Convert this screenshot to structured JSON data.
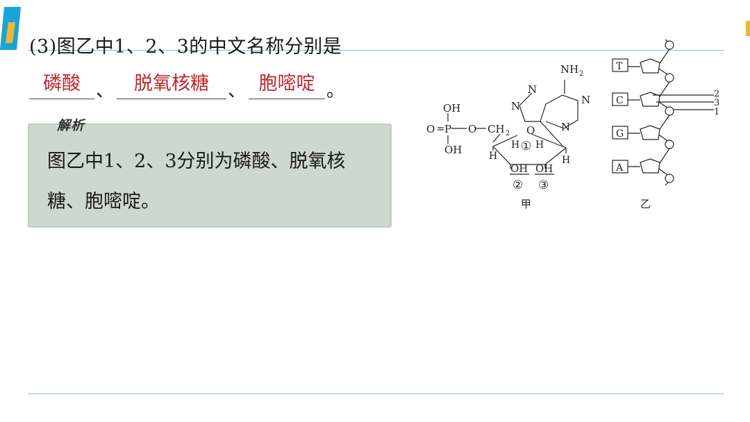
{
  "question": {
    "text": "(3)图乙中1、2、3的中文名称分别是",
    "answers": [
      "磷酸",
      "脱氧核糖",
      "胞嘧啶"
    ],
    "separator": "、",
    "end_mark": "。"
  },
  "analysis": {
    "label": "解析",
    "text": "图乙中1、2、3分别为磷酸、脱氧核糖、胞嘧啶。"
  },
  "figure_jia": {
    "caption": "甲",
    "nh2": "NH",
    "nh2_sub": "2",
    "n_top": "N",
    "n_right": "N",
    "n_left": "N",
    "n_bottom": "N",
    "oh_top": "OH",
    "o_left": "O",
    "p": "P",
    "o_mid": "O",
    "ch2": "CH",
    "ch2_sub": "2",
    "oh_bottom": "OH",
    "ring_o": "O",
    "h_left1": "H",
    "h_inner1": "H",
    "circle1": "①",
    "h_inner2": "H",
    "h_right": "H",
    "h_left2": "H",
    "oh1": "OH",
    "oh2": "OH",
    "circle2": "②",
    "circle3": "③"
  },
  "figure_yi": {
    "caption": "乙",
    "bases": [
      "T",
      "C",
      "G",
      "A"
    ],
    "labels": [
      "2",
      "3",
      "1"
    ]
  }
}
